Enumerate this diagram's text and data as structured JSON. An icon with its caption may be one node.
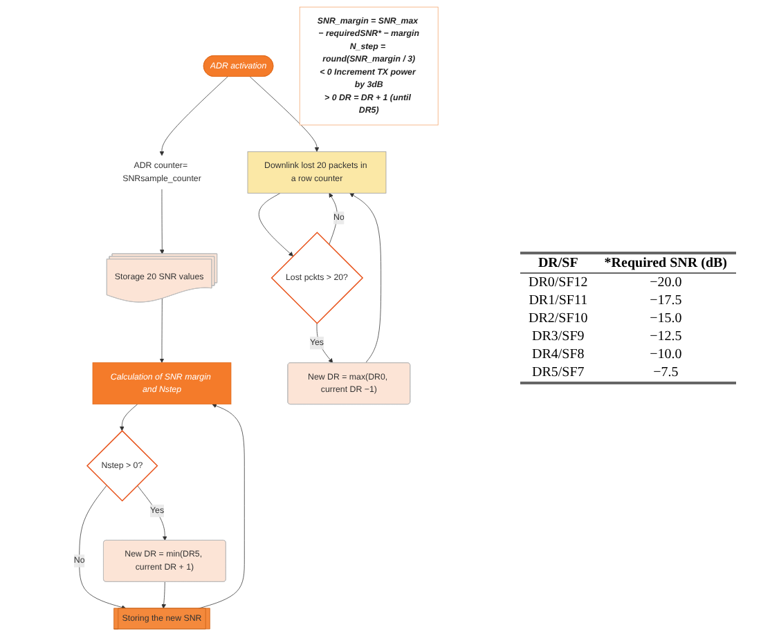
{
  "diagram": {
    "nodes": [
      {
        "text": [
          "ADR activation"
        ]
      },
      {
        "text": [
          "ADR counter= SNRsample_counter"
        ]
      },
      {
        "text": [
          "Storage 20 SNR values"
        ]
      },
      {
        "text": [
          "Calculation of SNR margin and Nstep"
        ]
      },
      {
        "text": [
          "SNR_margin = SNR_max − requiredSNR* − margin",
          "N_step = round(SNR_margin / 3)",
          "< 0 Increment TX power by 3dB",
          "> 0 DR = DR + 1 (until DR5)"
        ]
      },
      {
        "text": [
          "Nstep > 0?"
        ]
      },
      {
        "text": [
          "New DR = min(DR5, current DR + 1)"
        ]
      },
      {
        "text": [
          "Storing the new SNR"
        ]
      },
      {
        "text": [
          "Downlink lost 20 packets in a row counter"
        ]
      },
      {
        "text": [
          "Lost pckts > 20?"
        ]
      },
      {
        "text": [
          "New DR = max(DR0, current DR −1)"
        ]
      }
    ],
    "edges": [
      {
        "from": 0,
        "to": 1,
        "arrow": "to"
      },
      {
        "from": 1,
        "to": 2,
        "arrow": "to"
      },
      {
        "from": 2,
        "to": 3,
        "arrow": "to"
      },
      {
        "from": 3,
        "to": 5,
        "arrow": "to"
      },
      {
        "from": 5,
        "to": 6,
        "arrow": "to",
        "label": "Yes"
      },
      {
        "from": 5,
        "to": 7,
        "arrow": "to",
        "label": "No"
      },
      {
        "from": 6,
        "to": 7,
        "arrow": "to"
      },
      {
        "from": 7,
        "to": 3,
        "arrow": "to"
      },
      {
        "from": 0,
        "to": 8,
        "arrow": "to"
      },
      {
        "from": 8,
        "to": 9,
        "arrow": "to"
      },
      {
        "from": 9,
        "to": 8,
        "arrow": "to",
        "label": "No"
      },
      {
        "from": 9,
        "to": 10,
        "arrow": "to",
        "label": "Yes"
      },
      {
        "from": 10,
        "to": 8,
        "arrow": "to"
      }
    ],
    "labels": [
      "DR/SF",
      "*Required SNR (dB)",
      "DR0/SF12",
      "−20.0",
      "DR1/SF11",
      "−17.5",
      "DR2/SF10",
      "−15.0",
      "DR3/SF9",
      "−12.5",
      "DR4/SF8",
      "−10.0",
      "DR5/SF7",
      "−7.5"
    ]
  }
}
